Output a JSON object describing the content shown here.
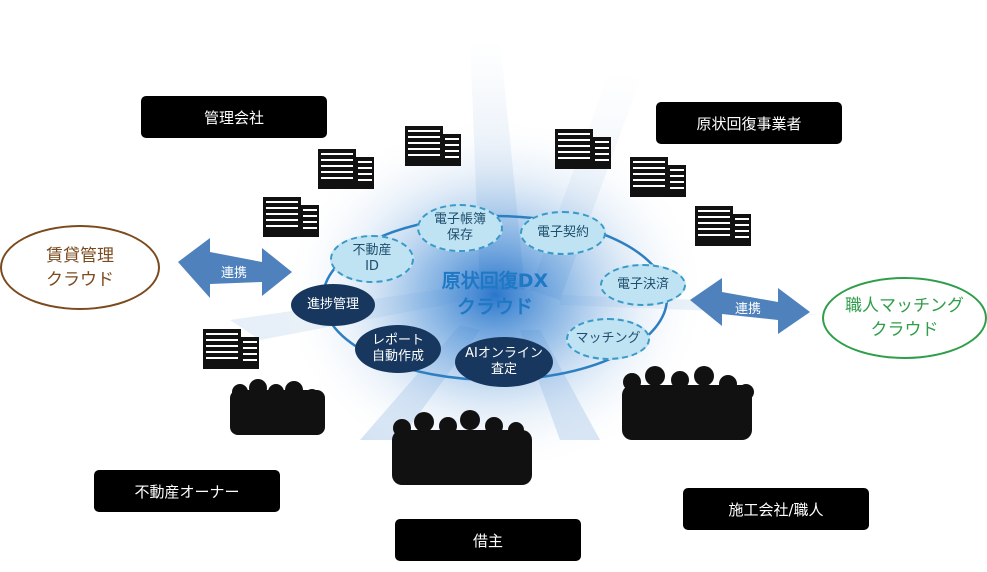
{
  "stakeholders": {
    "management": "管理会社",
    "restoration": "原状回復事業者",
    "owner": "不動産オーナー",
    "tenant": "借主",
    "contractor": "施工会社/職人"
  },
  "external": {
    "rental": "賃貸管理\nクラウド",
    "matching": "職人マッチング\nクラウド"
  },
  "link_label": "連携",
  "center": "原状回復DX\nクラウド",
  "features": {
    "ebook": "電子帳簿\n保存",
    "econtract": "電子契約",
    "epay": "電子決済",
    "matching": "マッチング",
    "ai": "AIオンライン\n査定",
    "report": "レポート\n自動作成",
    "progress": "進捗管理",
    "realestate_id": "不動産\nID"
  },
  "colors": {
    "rental_border": "#7b4a1e",
    "rental_text": "#7b4a1e",
    "matching_border": "#2e9e4a",
    "matching_text": "#2e9e4a",
    "arrow": "#4f81bd",
    "center_text": "#1f78c4",
    "ring": "#2d7fc1"
  },
  "icons": [
    "building-icon",
    "crowd-icon",
    "double-arrow-icon"
  ]
}
